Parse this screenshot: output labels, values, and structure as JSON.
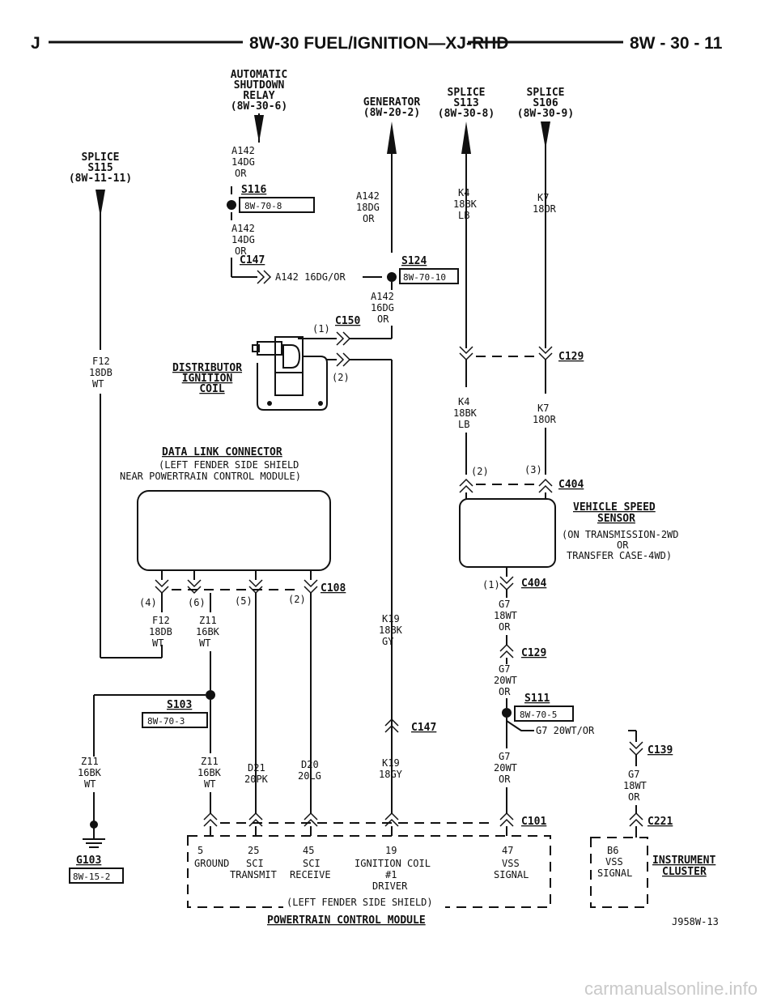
{
  "header": {
    "left_letter": "J",
    "title": "8W-30 FUEL/IGNITION—XJ-RHD",
    "page": "8W - 30 - 11"
  },
  "sources": {
    "asd_relay": [
      "AUTOMATIC",
      "SHUTDOWN",
      "RELAY",
      "(8W-30-6)"
    ],
    "generator": [
      "GENERATOR",
      "(8W-20-2)"
    ],
    "splice_s113": [
      "SPLICE",
      "S113",
      "(8W-30-8)"
    ],
    "splice_s106": [
      "SPLICE",
      "S106",
      "(8W-30-9)"
    ],
    "splice_s115": [
      "SPLICE",
      "S115",
      "(8W-11-11)"
    ]
  },
  "wires": {
    "a142_14dg_top": [
      "A142",
      "14DG",
      "OR"
    ],
    "a142_14dg_mid": [
      "A142",
      "14DG",
      "OR"
    ],
    "a142_18dg": [
      "A142",
      "18DG",
      "OR"
    ],
    "a142_16dg_h": "A142 16DG/OR",
    "a142_16dg_low": [
      "A142",
      "16DG",
      "OR"
    ],
    "k4_top": [
      "K4",
      "18BK",
      "LB"
    ],
    "k7_top": [
      "K7",
      "18OR"
    ],
    "k4_low": [
      "K4",
      "18BK",
      "LB"
    ],
    "k7_low": [
      "K7",
      "18OR"
    ],
    "f12_left": [
      "F12",
      "18DB",
      "WT"
    ],
    "f12_dlc": [
      "F12",
      "18DB",
      "WT"
    ],
    "z11_dlc": [
      "Z11",
      "16BK",
      "WT"
    ],
    "k19_mid": [
      "K19",
      "18BK",
      "GY"
    ],
    "k19_low": [
      "K19",
      "18GY"
    ],
    "z11_left": [
      "Z11",
      "16BK",
      "WT"
    ],
    "z11_mid": [
      "Z11",
      "16BK",
      "WT"
    ],
    "d21": [
      "D21",
      "20PK"
    ],
    "d20": [
      "D20",
      "20LG"
    ],
    "g7_18wt": [
      "G7",
      "18WT",
      "OR"
    ],
    "g7_20wt_a": [
      "G7",
      "20WT",
      "OR"
    ],
    "g7_20wt_b": [
      "G7",
      "20WT",
      "OR"
    ],
    "g7_h": "G7 20WT/OR",
    "g7_18wt_b": [
      "G7",
      "18WT",
      "OR"
    ]
  },
  "splices": {
    "s116": "S116",
    "s124": "S124",
    "s103": "S103",
    "s111": "S111"
  },
  "refs": {
    "r1": "8W-70-8",
    "r2": "8W-70-10",
    "r3": "8W-70-3",
    "r4": "8W-70-5",
    "r5": "8W-15-2"
  },
  "connectors": {
    "c147a": "C147",
    "c150": "C150",
    "c129a": "C129",
    "c404a": "C404",
    "c108": "C108",
    "c404b": "C404",
    "c129b": "C129",
    "c147b": "C147",
    "c139": "C139",
    "c101": "C101",
    "c221": "C221"
  },
  "pins": {
    "p150_1": "(1)",
    "p_coil_2": "(2)",
    "p404_2": "(2)",
    "p404_3": "(3)",
    "p404_1": "(1)",
    "p108_4": "(4)",
    "p108_6": "(6)",
    "p108_5": "(5)",
    "p108_2": "(2)"
  },
  "components": {
    "coil": [
      "DISTRIBUTOR",
      "IGNITION",
      "COIL"
    ],
    "dlc": [
      "DATA LINK CONNECTOR",
      "(LEFT FENDER SIDE SHIELD",
      "NEAR POWERTRAIN CONTROL MODULE)"
    ],
    "vss_title": [
      "VEHICLE SPEED",
      "SENSOR"
    ],
    "vss_note": [
      "(ON TRANSMISSION-2WD",
      "OR",
      "TRANSFER CASE-4WD)"
    ],
    "ground": "G103",
    "pcm": "POWERTRAIN CONTROL MODULE",
    "pcm_location": "(LEFT FENDER SIDE SHIELD)",
    "cluster": [
      "INSTRUMENT",
      "CLUSTER"
    ]
  },
  "pcm_pins": [
    {
      "num": "5",
      "label": [
        "GROUND"
      ]
    },
    {
      "num": "25",
      "label": [
        "SCI",
        "TRANSMIT"
      ]
    },
    {
      "num": "45",
      "label": [
        "SCI",
        "RECEIVE"
      ]
    },
    {
      "num": "19",
      "label": [
        "IGNITION COIL",
        "#1",
        "DRIVER"
      ]
    },
    {
      "num": "47",
      "label": [
        "VSS",
        "SIGNAL"
      ]
    }
  ],
  "cluster_pin": {
    "num": "B6",
    "label": [
      "VSS",
      "SIGNAL"
    ]
  },
  "figure_id": "J958W-13",
  "watermark": "carmanualsonline.info"
}
